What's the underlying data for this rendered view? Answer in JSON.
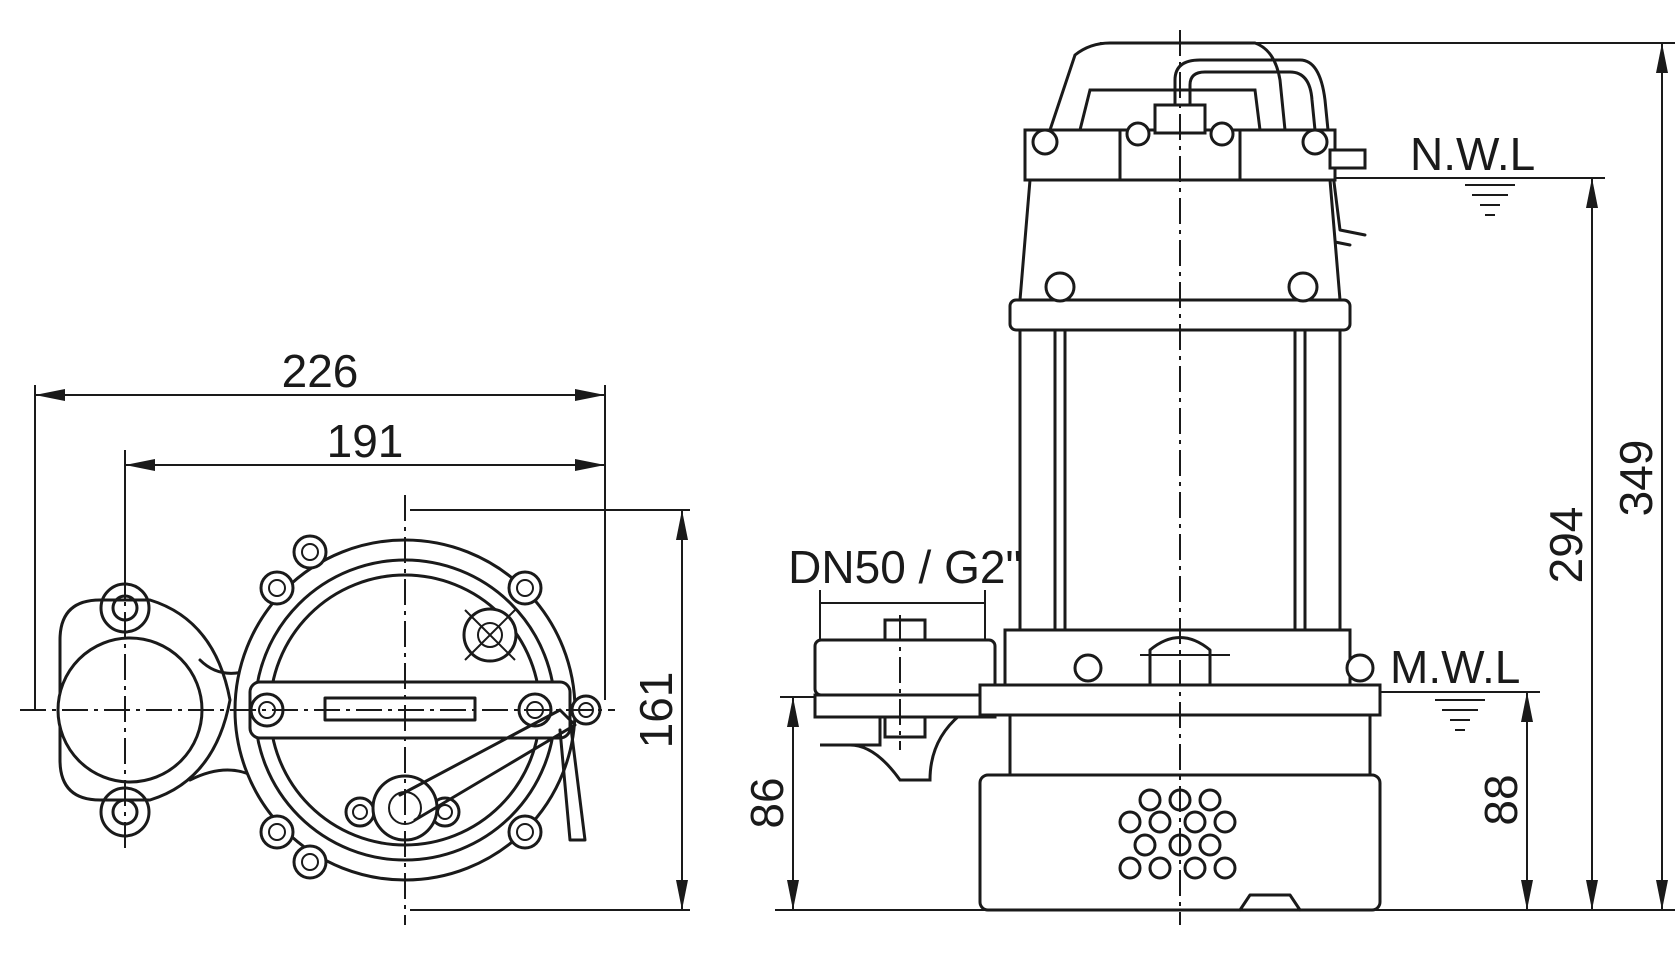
{
  "drawing": {
    "left_view": {
      "width_overall": "226",
      "width_flange": "191",
      "height": "161"
    },
    "right_view": {
      "outlet_label": "DN50 / G2\"",
      "nwl_label": "N.W.L",
      "mwl_label": "M.W.L",
      "outlet_height": "86",
      "mwl_height": "88",
      "nwl_height": "294",
      "total_height": "349"
    }
  },
  "colors": {
    "line": "#1a1a1a",
    "background": "#ffffff"
  }
}
